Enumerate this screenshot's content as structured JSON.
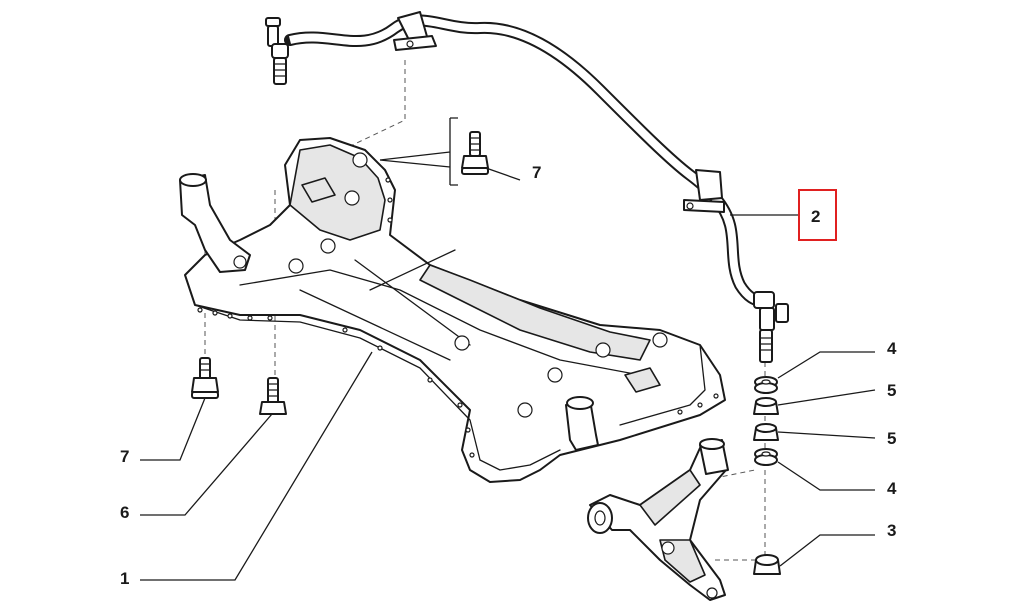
{
  "callouts": [
    {
      "id": "1",
      "label": "1",
      "part": "front-subframe"
    },
    {
      "id": "2",
      "label": "2",
      "part": "stabilizer-bar",
      "highlighted": true
    },
    {
      "id": "3",
      "label": "3",
      "part": "nut"
    },
    {
      "id": "4a",
      "label": "4",
      "part": "washer-upper"
    },
    {
      "id": "4b",
      "label": "4",
      "part": "washer-lower"
    },
    {
      "id": "5a",
      "label": "5",
      "part": "bushing-upper"
    },
    {
      "id": "5b",
      "label": "5",
      "part": "bushing-lower"
    },
    {
      "id": "6",
      "label": "6",
      "part": "stud-bolt"
    },
    {
      "id": "7a",
      "label": "7",
      "part": "bolt-upper"
    },
    {
      "id": "7b",
      "label": "7",
      "part": "bolt-lower"
    }
  ],
  "colors": {
    "line": "#1a1a1a",
    "highlight": "#e02020",
    "background": "#ffffff"
  }
}
